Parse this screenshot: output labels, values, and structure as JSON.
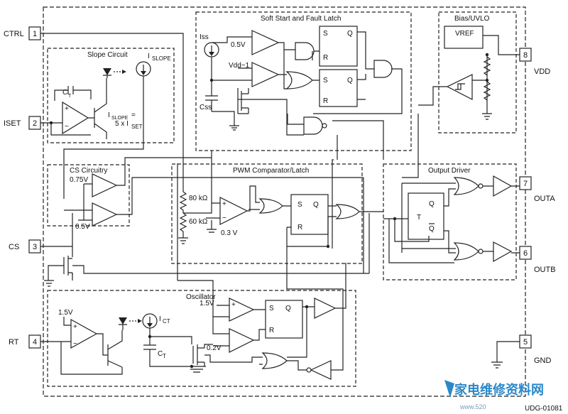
{
  "figure_id": "UDG-01081",
  "watermark": {
    "main": "家电维修资料网",
    "url": "www.520"
  },
  "pins": [
    {
      "num": "1",
      "name": "CTRL"
    },
    {
      "num": "2",
      "name": "ISET"
    },
    {
      "num": "3",
      "name": "CS"
    },
    {
      "num": "4",
      "name": "RT"
    },
    {
      "num": "5",
      "name": "GND"
    },
    {
      "num": "6",
      "name": "OUTB"
    },
    {
      "num": "7",
      "name": "OUTA"
    },
    {
      "num": "8",
      "name": "VDD"
    }
  ],
  "blocks": {
    "slope": "Slope Circuit",
    "soft_start": "Soft Start and Fault Latch",
    "bias": "Bias/UVLO",
    "cs": "CS Circuitry",
    "pwm": "PWM Comparator/Latch",
    "output": "Output Driver",
    "osc": "Oscillator"
  },
  "labels": {
    "islope_i": "I",
    "islope_sub": "SLOPE",
    "islope_eq1": "I",
    "islope_eq1_sub": "SLOPE",
    "islope_eq1_tail": " =",
    "islope_eq2": "5 x I",
    "islope_eq2_sub": "SET",
    "ct": "C",
    "ct_sub": "T",
    "iss": "Iss",
    "css": "Css",
    "v05": "0.5V",
    "vdd_1": "Vdd−1",
    "vref": "VREF",
    "v075": "0.75V",
    "v05b": "0.5V",
    "r80": "80 kΩ",
    "r60": "60 kΩ",
    "v03": "0.3 V",
    "v15": "1.5V",
    "v15b": "1.5V",
    "v02": "0.2V",
    "ict": "I",
    "ict_sub": "CT",
    "ct2": "C",
    "ct2_sub": "T",
    "s": "S",
    "q": "Q",
    "r": "R",
    "t": "T",
    "qbar": "Q",
    "plus": "+",
    "minus": "−"
  }
}
